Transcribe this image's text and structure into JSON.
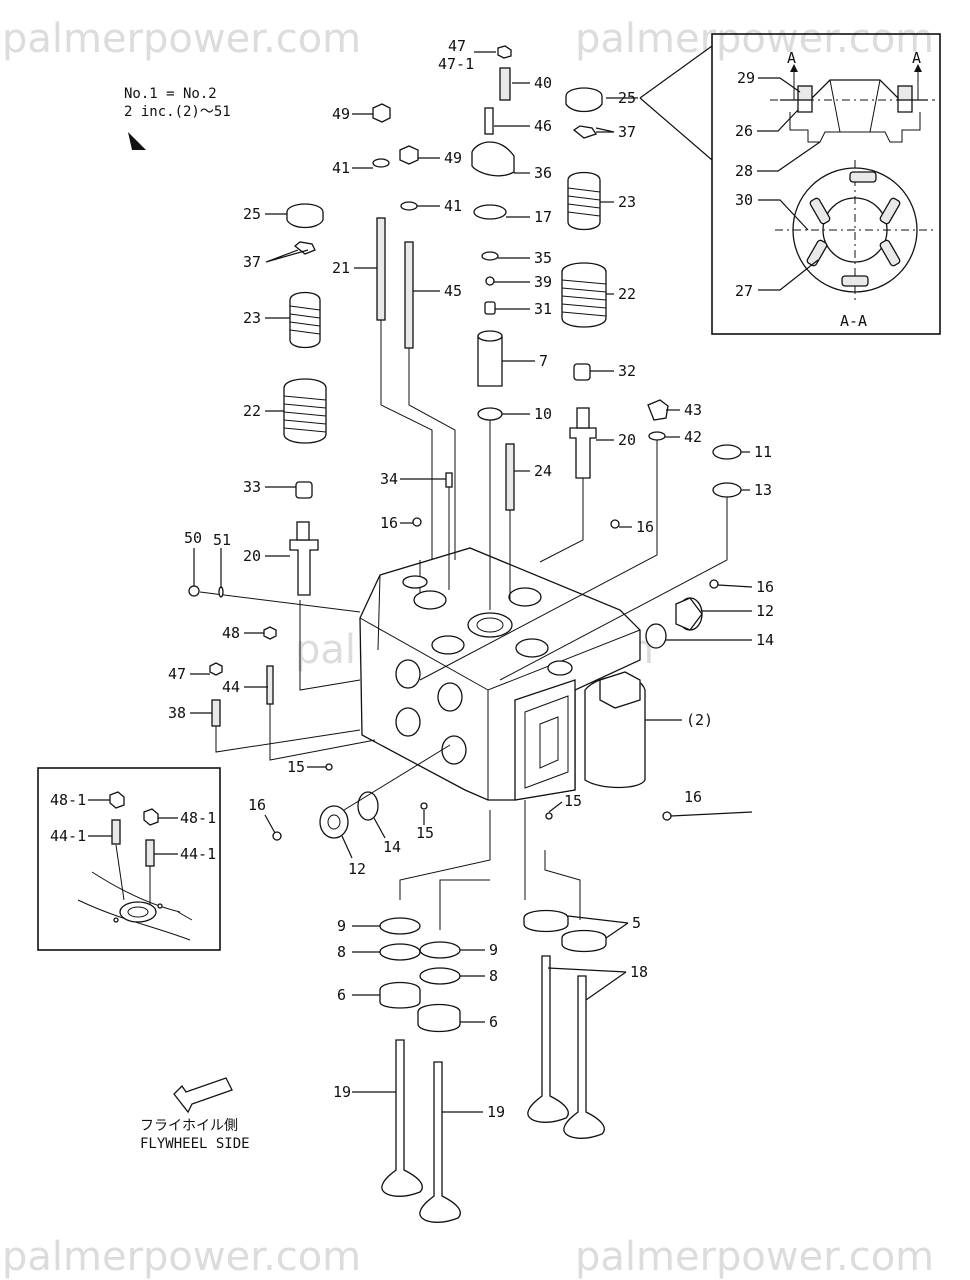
{
  "watermark": "palmerpower.com",
  "notes": {
    "line1": "No.1 = No.2",
    "line2": "2 inc.(2)～51"
  },
  "direction": {
    "jp": "フライホイル側",
    "en": "FLYWHEEL SIDE"
  },
  "section": {
    "title": "A-A",
    "arrow_label": "A"
  },
  "callouts": {
    "c47_top": "47",
    "c47_1": "47-1",
    "c40": "40",
    "c46": "46",
    "c36": "36",
    "c17": "17",
    "c35": "35",
    "c39": "39",
    "c31": "31",
    "c7": "7",
    "c10": "10",
    "c24": "24",
    "c34": "34",
    "c49a": "49",
    "c41a": "41",
    "c49b": "49",
    "c41b": "41",
    "c21": "21",
    "c45": "45",
    "c25_left": "25",
    "c37_left": "37",
    "c23_left": "23",
    "c22_left": "22",
    "c33": "33",
    "c20_left": "20",
    "c50": "50",
    "c51": "51",
    "c16_a": "16",
    "c16_b": "16",
    "c16_c": "16",
    "c16_d": "16",
    "c16_e": "16",
    "c25_right": "25",
    "c37_right": "37",
    "c23_right": "23",
    "c22_right": "22",
    "c32": "32",
    "c20_right": "20",
    "c43": "43",
    "c42": "42",
    "c11": "11",
    "c13": "13",
    "c12_right": "12",
    "c14_right": "14",
    "c2": "(2)",
    "c48": "48",
    "c47": "47",
    "c44": "44",
    "c38": "38",
    "c15_a": "15",
    "c15_b": "15",
    "c15_c": "15",
    "c12_left": "12",
    "c14_left": "14",
    "c9_a": "9",
    "c8_a": "8",
    "c9_b": "9",
    "c8_b": "8",
    "c6_a": "6",
    "c6_b": "6",
    "c5": "5",
    "c18": "18",
    "c19_a": "19",
    "c19_b": "19",
    "c29": "29",
    "c26": "26",
    "c28": "28",
    "c30": "30",
    "c27": "27",
    "c48_1a": "48-1",
    "c44_1a": "44-1",
    "c48_1b": "48-1",
    "c44_1b": "44-1"
  }
}
